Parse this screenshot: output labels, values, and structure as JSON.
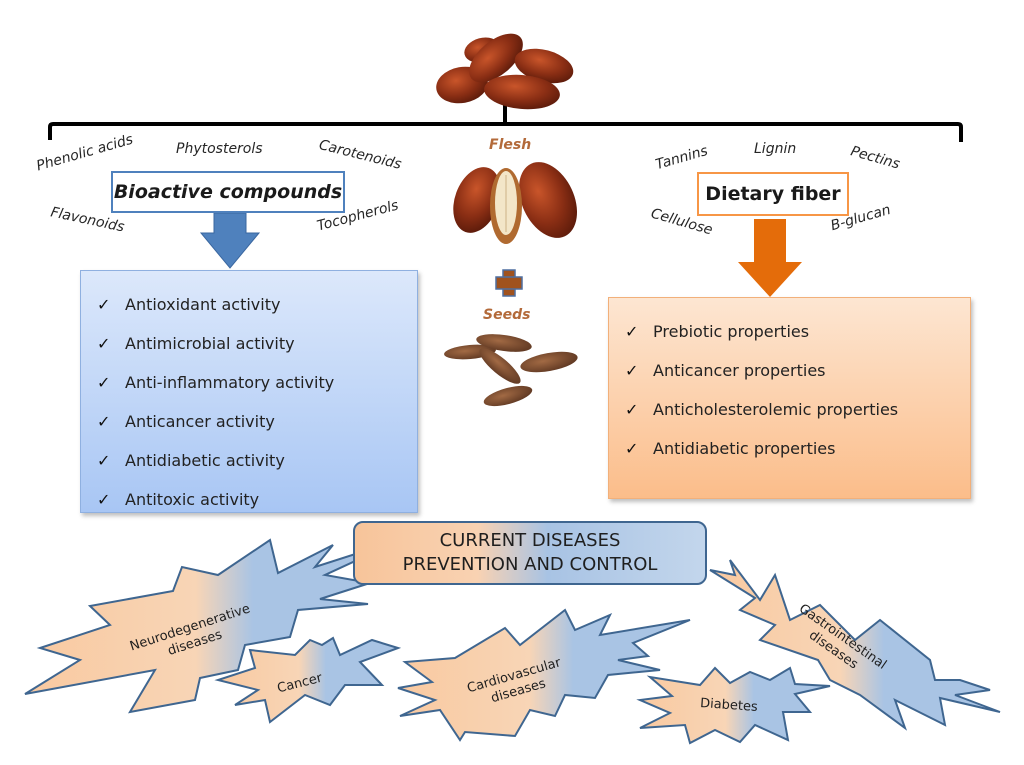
{
  "diagram": {
    "top_image": "dates-pile-photo",
    "sources": {
      "flesh_label": "Flesh",
      "seeds_label": "Seeds",
      "plus_symbol": "+"
    },
    "bioactive": {
      "title": "Bioactive compounds",
      "compounds": [
        "Phenolic acids",
        "Phytosterols",
        "Carotenoids",
        "Flavonoids",
        "Tocopherols"
      ],
      "check_symbol": "✓",
      "activities": [
        "Antioxidant activity",
        "Antimicrobial activity",
        "Anti-inflammatory activity",
        "Anticancer activity",
        "Antidiabetic activity",
        "Antitoxic activity"
      ],
      "color": "#4f81bd"
    },
    "fiber": {
      "title": "Dietary fiber",
      "compounds": [
        "Tannins",
        "Lignin",
        "Pectins",
        "Cellulose",
        "Β-glucan"
      ],
      "check_symbol": "✓",
      "properties": [
        "Prebiotic properties",
        "Anticancer properties",
        "Anticholesterolemic properties",
        "Antidiabetic properties"
      ],
      "color": "#e46c0a"
    },
    "center": {
      "line1": "CURRENT DISEASES",
      "line2": "PREVENTION AND CONTROL"
    },
    "diseases": [
      {
        "line1": "Neurodegenerative",
        "line2": "diseases"
      },
      {
        "line1": "Cancer",
        "line2": ""
      },
      {
        "line1": "Cardiovascular",
        "line2": "diseases"
      },
      {
        "line1": "Diabetes",
        "line2": ""
      },
      {
        "line1": "Gastrointestinal",
        "line2": "diseases"
      }
    ]
  }
}
